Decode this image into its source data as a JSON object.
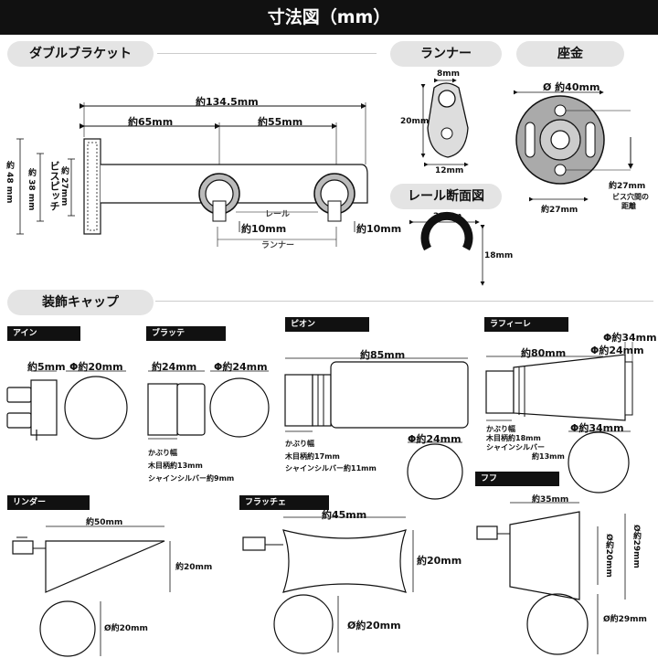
{
  "title": "寸法図（mm）",
  "sections": {
    "double_bracket": "ダブルブラケット",
    "runner": "ランナー",
    "washer": "座金",
    "rail_section": "レール断面図",
    "caps": "装飾キャップ"
  },
  "bracket": {
    "total": "約134.5mm",
    "left": "約65mm",
    "right": "約55mm",
    "height": "約 48 mm",
    "inner": "約 38 mm",
    "pitch_label": "ビスピッチ",
    "pitch": "約 27mm",
    "rail_label": "レール",
    "runner_label": "ランナー",
    "gap1": "約10mm",
    "gap2": "約10mm"
  },
  "runner": {
    "w_top": "8mm",
    "height": "20mm",
    "w_bottom": "12mm"
  },
  "washer": {
    "dia": "Ø 約40mm",
    "hole_pitch_h": "約27mm",
    "hole_pitch_v": "約27mm",
    "hole_label_1": "ビス穴間の",
    "hole_label_2": "距離"
  },
  "rail": {
    "width": "20mm",
    "height": "18mm"
  },
  "caps": {
    "ain": {
      "name": "アイン",
      "len": "約5mm",
      "dia": "Φ約20mm"
    },
    "bratte": {
      "name": "ブラッテ",
      "len": "約24mm",
      "dia": "Φ約24mm",
      "note1": "かぶり幅",
      "note2": "木目柄約13mm",
      "note3": "シャインシルバー約9mm"
    },
    "pion": {
      "name": "ピオン",
      "len": "約85mm",
      "dia": "Φ約24mm",
      "note1": "かぶり幅",
      "note2": "木目柄約17mm",
      "note3": "シャインシルバー約11mm"
    },
    "rafire": {
      "name": "ラフィーレ",
      "len": "約80mm",
      "dia_big": "Φ約34mm",
      "dia_small": "Φ約24mm",
      "dia_face": "Φ約34mm",
      "note1": "かぶり幅",
      "note2": "木目柄約18mm",
      "note3": "シャインシルバー",
      "note4": "約13mm"
    },
    "linder": {
      "name": "リンダー",
      "len": "約50mm",
      "h": "約20mm",
      "dia": "Ø約20mm"
    },
    "flatche": {
      "name": "フラッチェ",
      "len": "約45mm",
      "h": "約20mm",
      "dia": "Ø約20mm"
    },
    "fufu": {
      "name": "フフ",
      "len": "約35mm",
      "h_small": "Ø約20mm",
      "h_big": "Ø約29mm",
      "dia": "Ø約29mm"
    }
  }
}
